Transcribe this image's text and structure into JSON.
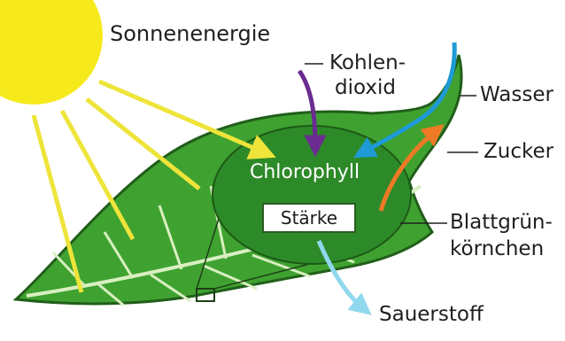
{
  "labels": {
    "sun": "Sonnenenergie",
    "co2_line1": "Kohlen-",
    "co2_line2": "dioxid",
    "water": "Wasser",
    "sugar": "Zucker",
    "chloroplast_line1": "Blattgrün-",
    "chloroplast_line2": "körnchen",
    "oxygen": "Sauerstoff",
    "chlorophyll": "Chlorophyll",
    "starch": "Stärke"
  },
  "colors": {
    "sun": "#f7ea1c",
    "light_rays": "#eee43a",
    "leaf": "#3fa230",
    "leaf_edge": "#215e1a",
    "chloroplast": "#2d8a28",
    "co2_arrow": "#6a2c90",
    "water_arrow": "#1e9ad6",
    "sugar_arrow": "#ef7a26",
    "oxygen_arrow": "#8fd8ee"
  }
}
